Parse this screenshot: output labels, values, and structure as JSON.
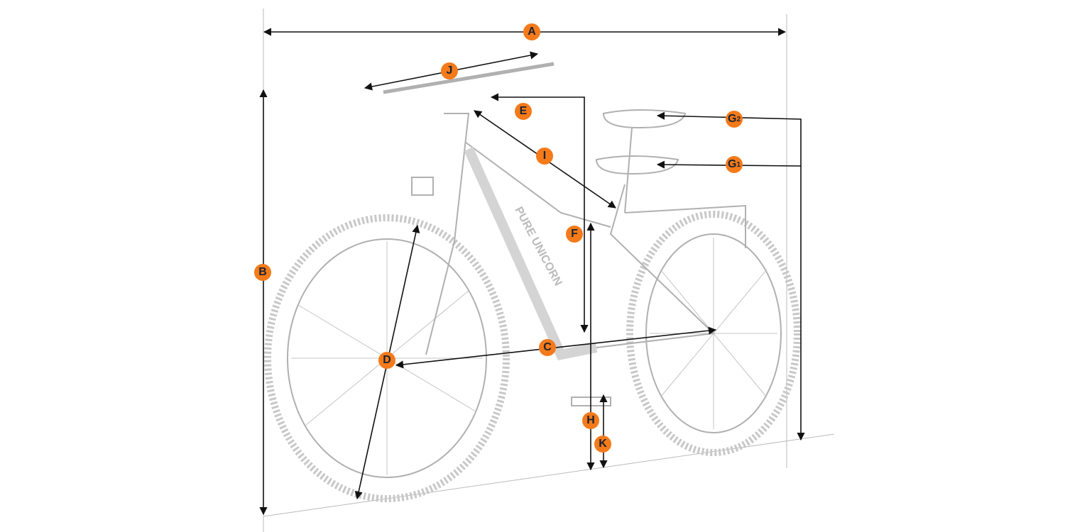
{
  "colors": {
    "badge": "#f47a1a",
    "badge_text": "#1b2230",
    "arrow": "#111111",
    "sketch": "#b8b8b8"
  },
  "brand_text": "PURE UNICORN",
  "labels": {
    "A": "A",
    "B": "B",
    "C": "C",
    "D": "D",
    "E": "E",
    "F": "F",
    "G2_letter": "G",
    "G2_sub": "2",
    "G1_letter": "G",
    "G1_sub": "1",
    "H": "H",
    "I": "I",
    "J": "J",
    "K": "K"
  }
}
